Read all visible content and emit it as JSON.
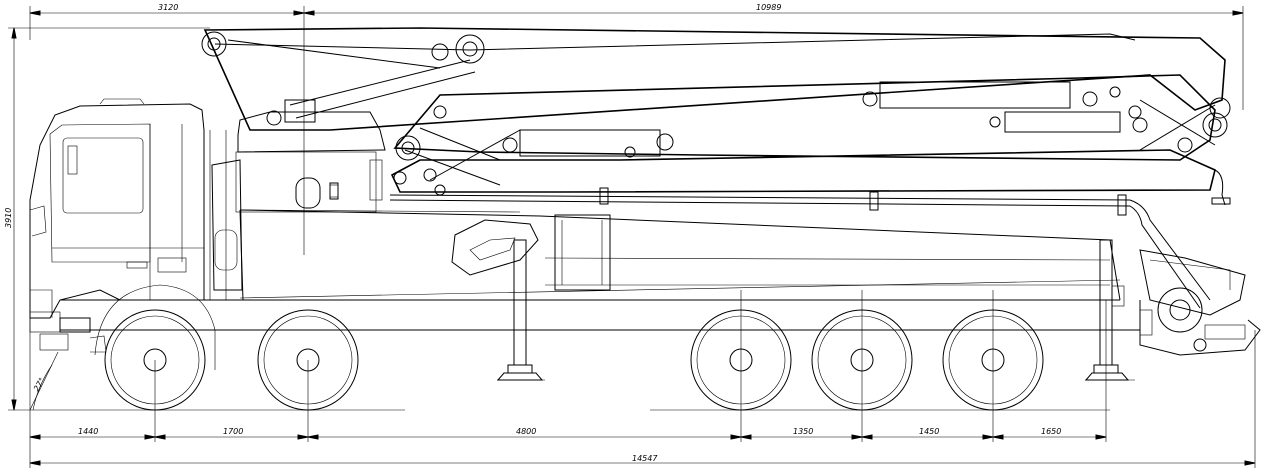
{
  "dimensions": {
    "top_front": "3120",
    "top_boom": "10989",
    "height": "3910",
    "angle": "27°",
    "seg_1": "1440",
    "seg_2": "1700",
    "seg_3": "4800",
    "seg_4": "1350",
    "seg_5": "1450",
    "seg_6": "1650",
    "total_length": "14547"
  }
}
